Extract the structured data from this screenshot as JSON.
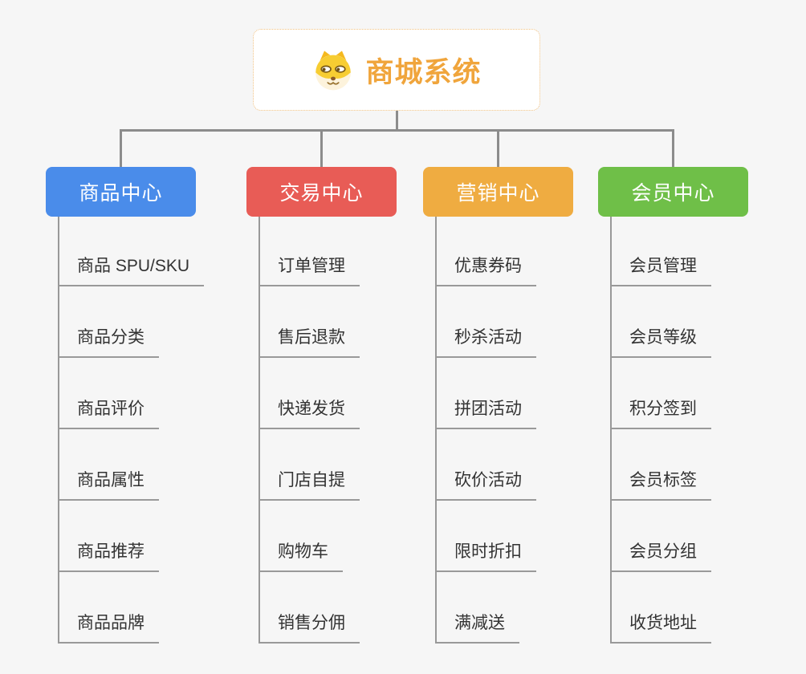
{
  "page": {
    "background_color": "#f6f6f6",
    "connector_color": "#8c8c8c",
    "leaf_line_color": "#999999"
  },
  "root": {
    "title": "商城系统",
    "icon": "shiba-dog-icon",
    "text_color": "#f0a53c",
    "border_color": "#f0c080"
  },
  "branches": [
    {
      "label": "商品中心",
      "color": "#4a8cea",
      "items": [
        "商品 SPU/SKU",
        "商品分类",
        "商品评价",
        "商品属性",
        "商品推荐",
        "商品品牌"
      ]
    },
    {
      "label": "交易中心",
      "color": "#e85c56",
      "items": [
        "订单管理",
        "售后退款",
        "快递发货",
        "门店自提",
        "购物车",
        "销售分佣"
      ]
    },
    {
      "label": "营销中心",
      "color": "#efac41",
      "items": [
        "优惠券码",
        "秒杀活动",
        "拼团活动",
        "砍价活动",
        "限时折扣",
        "满减送"
      ]
    },
    {
      "label": "会员中心",
      "color": "#6fbf48",
      "items": [
        "会员管理",
        "会员等级",
        "积分签到",
        "会员标签",
        "会员分组",
        "收货地址"
      ]
    }
  ]
}
